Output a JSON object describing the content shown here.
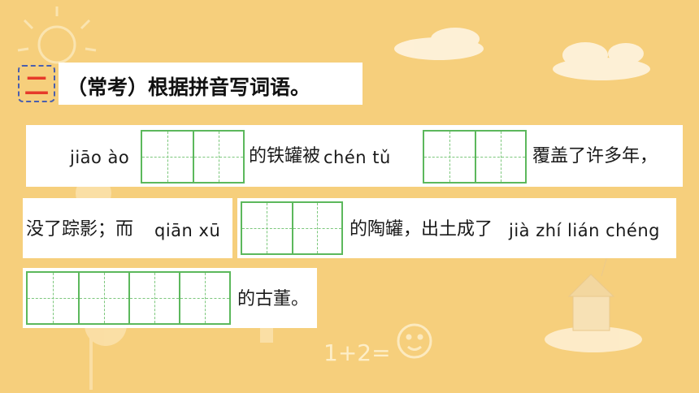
{
  "section": {
    "number": "二",
    "title": "（常考）根据拼音写词语。"
  },
  "question": {
    "line1": {
      "pinyin_a": "jiāo ào",
      "text_a": "的铁罐被",
      "pinyin_b": "chén tǔ",
      "text_b": "覆盖了许多年，"
    },
    "line2": {
      "text_a": "没了踪影；而",
      "pinyin_a": "qiān xū",
      "text_b": "的陶罐，出土成了",
      "pinyin_b": "jià zhí lián chéng"
    },
    "line3": {
      "text_a": "的古董。"
    }
  },
  "background": {
    "doodle_text": "1+2="
  },
  "colors": {
    "background": "#f6cf7c",
    "grid": "#5cb85c",
    "badge_text": "#e63a2a",
    "badge_border": "#4a5fae"
  }
}
